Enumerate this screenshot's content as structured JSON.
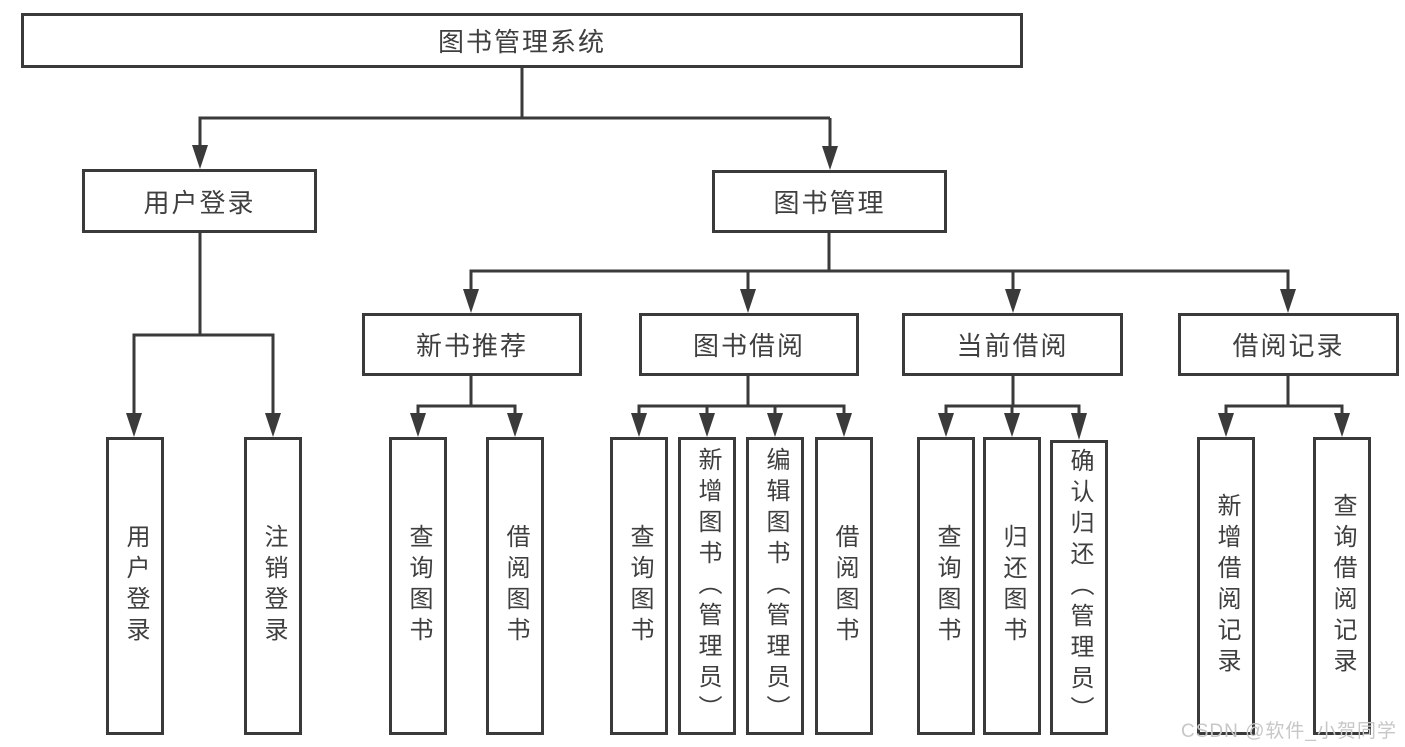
{
  "tree": {
    "label": "图书管理系统",
    "children": [
      {
        "label": "用户登录",
        "children": [
          {
            "label": "用户登录",
            "children": []
          },
          {
            "label": "注销登录",
            "children": []
          }
        ]
      },
      {
        "label": "图书管理",
        "children": [
          {
            "label": "新书推荐",
            "children": [
              {
                "label": "查询图书",
                "children": []
              },
              {
                "label": "借阅图书",
                "children": []
              }
            ]
          },
          {
            "label": "图书借阅",
            "children": [
              {
                "label": "查询图书",
                "children": []
              },
              {
                "label": "新增图书（管理员）",
                "children": []
              },
              {
                "label": "编辑图书（管理员）",
                "children": []
              },
              {
                "label": "借阅图书",
                "children": []
              }
            ]
          },
          {
            "label": "当前借阅",
            "children": [
              {
                "label": "查询图书",
                "children": []
              },
              {
                "label": "归还图书",
                "children": []
              },
              {
                "label": "确认归还（管理员）",
                "children": []
              }
            ]
          },
          {
            "label": "借阅记录",
            "children": [
              {
                "label": "新增借阅记录",
                "children": []
              },
              {
                "label": "查询借阅记录",
                "children": []
              }
            ]
          }
        ]
      }
    ]
  },
  "watermark": {
    "text": "CSDN @软件_小贺同学"
  },
  "colors": {
    "line": "#3a3a3a",
    "box_border": "#3a3a3a",
    "text": "#3f3f3f",
    "watermark": "#c7c7c7",
    "background": "#ffffff"
  }
}
